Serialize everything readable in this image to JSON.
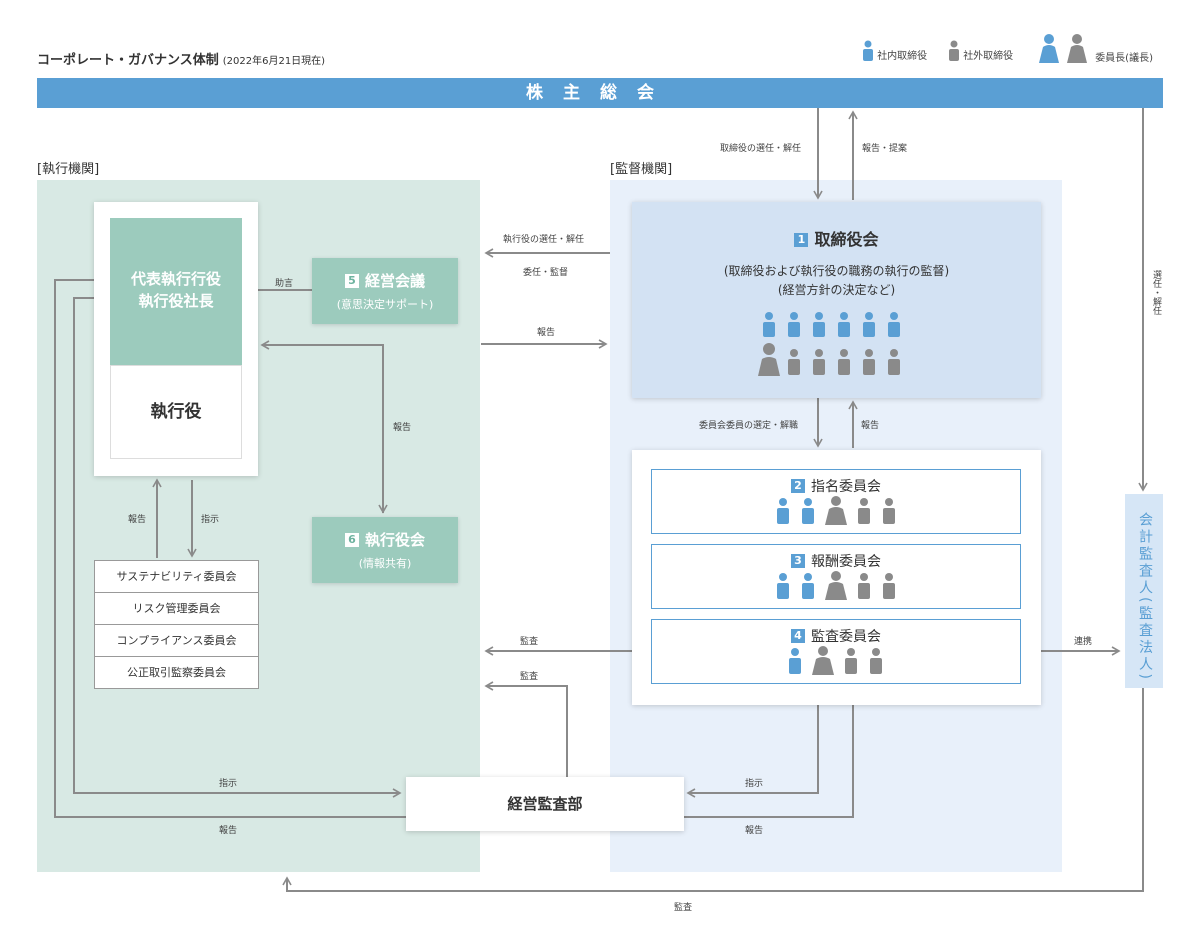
{
  "header": {
    "title": "コーポレート・ガバナンス体制",
    "date_note": "(2022年6月21日現在)",
    "legend": {
      "internal": "社内取締役",
      "external": "社外取締役",
      "chair": "委員長(議長)"
    }
  },
  "banner": "株主総会",
  "panels": {
    "execution": "[執行機関]",
    "supervision": "[監督機関]"
  },
  "ceo": {
    "line1": "代表執行行役",
    "line2": "執行役社長"
  },
  "officers": "執行役",
  "management_meeting": {
    "num": "5",
    "title": "経営会議",
    "sub": "(意思決定サポート)"
  },
  "officers_meeting": {
    "num": "6",
    "title": "執行役会",
    "sub": "(情報共有)"
  },
  "board": {
    "num": "1",
    "title": "取締役会",
    "sub1": "(取締役および執行役の職務の執行の監督)",
    "sub2": "(経営方針の決定など)"
  },
  "committees": [
    {
      "num": "2",
      "title": "指名委員会"
    },
    {
      "num": "3",
      "title": "報酬委員会"
    },
    {
      "num": "4",
      "title": "監査委員会"
    }
  ],
  "sub_committees": [
    "サステナビリティ委員会",
    "リスク管理委員会",
    "コンプライアンス委員会",
    "公正取引監察委員会"
  ],
  "audit_dept": "経営監査部",
  "auditor": "会計監査人(監査法人)",
  "labels": {
    "director_select": "取締役の選任・解任",
    "report_propose": "報告・提案",
    "select_dismiss_vertical": "選任・解任",
    "officer_select": "執行役の選任・解任",
    "delegate_supervise": "委任・監督",
    "report": "報告",
    "advice": "助言",
    "instruct": "指示",
    "audit": "監査",
    "member_select": "委員会委員の選定・解職",
    "collab": "連携"
  },
  "colors": {
    "blue": "#5a9fd4",
    "green": "#9ccbbd",
    "gray": "#8a8a8a"
  }
}
